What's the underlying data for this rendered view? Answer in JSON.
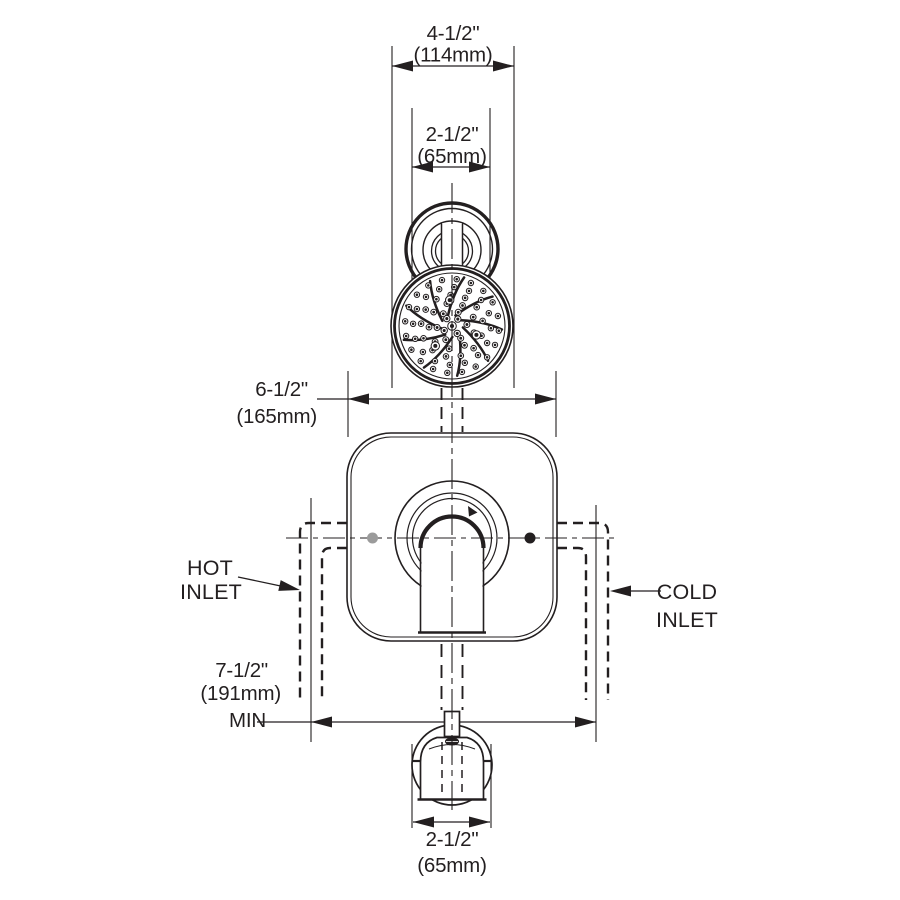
{
  "colors": {
    "line": "#231f20",
    "hot_dot": "#9b9b9b",
    "cold_dot": "#231f20",
    "background": "#ffffff"
  },
  "dimensions": {
    "showerhead_width": {
      "inches": "4-1/2\"",
      "mm": "(114mm)"
    },
    "arm_flange_width": {
      "inches": "2-1/2\"",
      "mm": "(65mm)"
    },
    "valve_plate_width": {
      "inches": "6-1/2\"",
      "mm": "(165mm)"
    },
    "inlet_spread": {
      "inches": "7-1/2\"",
      "mm": "(191mm)",
      "note": "MIN"
    },
    "spout_width": {
      "inches": "2-1/2\"",
      "mm": "(65mm)"
    }
  },
  "labels": {
    "hot_inlet": {
      "line1": "HOT",
      "line2": "INLET"
    },
    "cold_inlet": {
      "line1": "COLD",
      "line2": "INLET"
    }
  }
}
